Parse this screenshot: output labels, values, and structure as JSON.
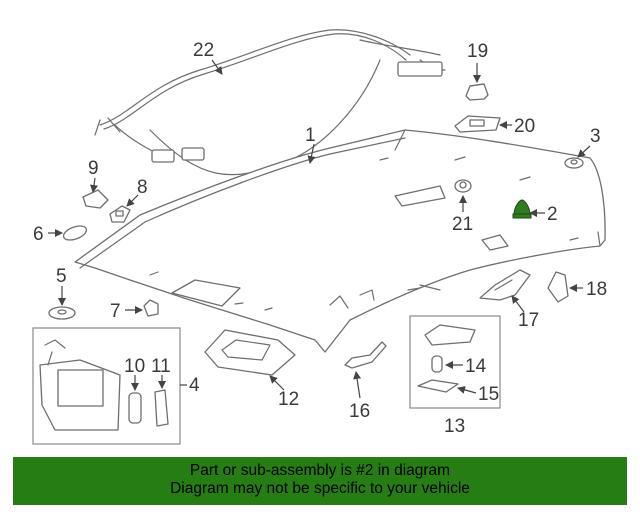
{
  "diagram": {
    "highlight_color": "#2f7d1e",
    "line_color": "#6e6e6e",
    "callouts": {
      "p1": "1",
      "p2": "2",
      "p3": "3",
      "p4": "4",
      "p5": "5",
      "p6": "6",
      "p7": "7",
      "p8": "8",
      "p9": "9",
      "p10": "10",
      "p11": "11",
      "p12": "12",
      "p13": "13",
      "p14": "14",
      "p15": "15",
      "p16": "16",
      "p17": "17",
      "p18": "18",
      "p19": "19",
      "p20": "20",
      "p21": "21",
      "p22": "22"
    }
  },
  "banner": {
    "background": "#267d14",
    "line1": "Part or sub-assembly is #2 in diagram",
    "line2": "Diagram may not be specific to your vehicle"
  }
}
